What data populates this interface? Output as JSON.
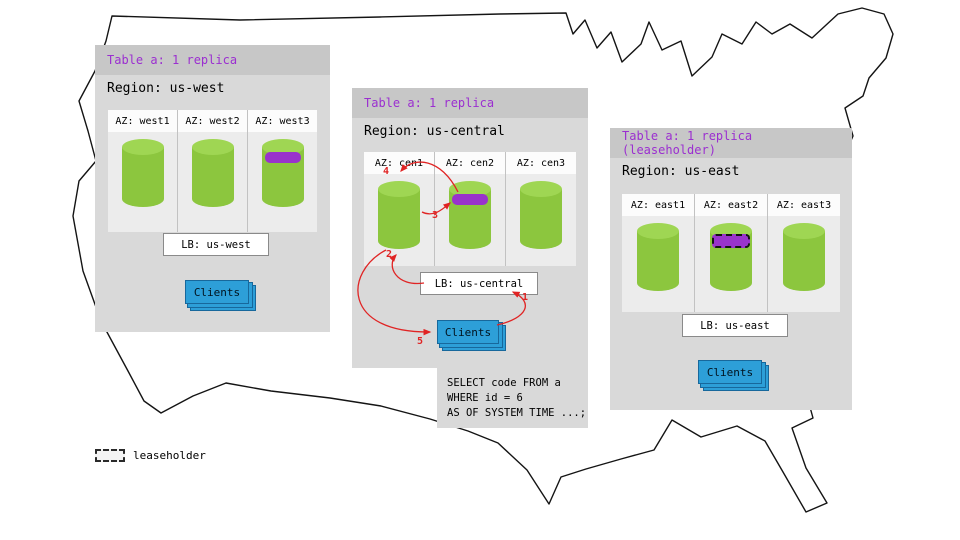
{
  "colors": {
    "cylinder_green": "#8CC63E",
    "cylinder_top_green": "#9FD653",
    "replica_purple": "#9933CC",
    "clients_blue": "#2D9FD8",
    "arrow_red": "#E02424",
    "table_label_purple": "#9B2FD0",
    "panel_gray": "#D9D9D9",
    "panel_header_gray": "#C7C7C7"
  },
  "regions": [
    {
      "table_label": "Table a: 1 replica",
      "region_label": "Region: us-west",
      "azs": [
        {
          "label": "AZ: west1",
          "replica": false,
          "leaseholder": false
        },
        {
          "label": "AZ: west2",
          "replica": false,
          "leaseholder": false
        },
        {
          "label": "AZ: west3",
          "replica": true,
          "leaseholder": false
        }
      ],
      "lb_label": "LB: us-west",
      "clients_label": "Clients"
    },
    {
      "table_label": "Table a: 1 replica",
      "region_label": "Region: us-central",
      "azs": [
        {
          "label": "AZ: cen1",
          "replica": false,
          "leaseholder": false
        },
        {
          "label": "AZ: cen2",
          "replica": true,
          "leaseholder": false
        },
        {
          "label": "AZ: cen3",
          "replica": false,
          "leaseholder": false
        }
      ],
      "lb_label": "LB: us-central",
      "clients_label": "Clients"
    },
    {
      "table_label": "Table a: 1 replica (leaseholder)",
      "region_label": "Region: us-east",
      "azs": [
        {
          "label": "AZ: east1",
          "replica": false,
          "leaseholder": false
        },
        {
          "label": "AZ: east2",
          "replica": true,
          "leaseholder": true
        },
        {
          "label": "AZ: east3",
          "replica": false,
          "leaseholder": false
        }
      ],
      "lb_label": "LB: us-east",
      "clients_label": "Clients"
    }
  ],
  "flow": {
    "steps": [
      "1",
      "2",
      "3",
      "4",
      "5"
    ]
  },
  "sql": {
    "lines": [
      "SELECT code FROM a",
      "WHERE id = 6",
      "AS OF SYSTEM TIME ...;"
    ]
  },
  "legend": {
    "label": "leaseholder"
  }
}
